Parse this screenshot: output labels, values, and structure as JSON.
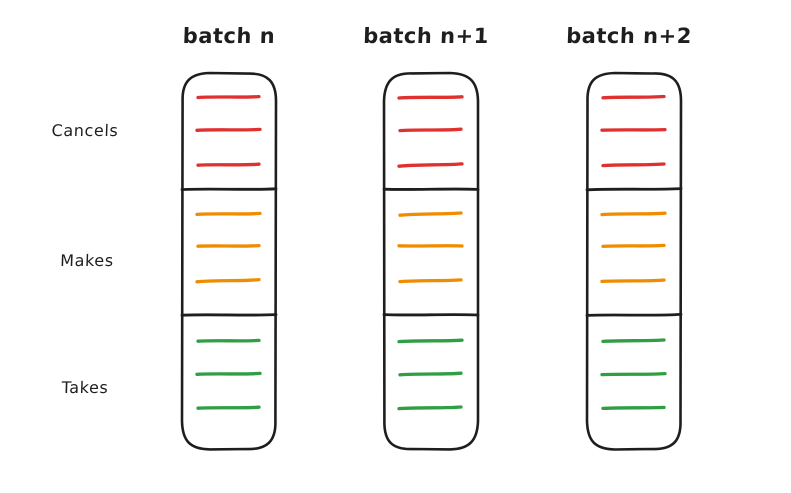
{
  "colors": {
    "ink": "#1e1e1e",
    "cancels": "#e03131",
    "makes": "#f08c00",
    "takes": "#2f9e44",
    "background": "#ffffff"
  },
  "batches": [
    {
      "label": "batch n"
    },
    {
      "label": "batch n+1"
    },
    {
      "label": "batch n+2"
    }
  ],
  "rows": [
    {
      "label": "Cancels",
      "color": "#e03131",
      "strokes_per_batch": 3
    },
    {
      "label": "Makes",
      "color": "#f08c00",
      "strokes_per_batch": 3
    },
    {
      "label": "Takes",
      "color": "#2f9e44",
      "strokes_per_batch": 3
    }
  ]
}
